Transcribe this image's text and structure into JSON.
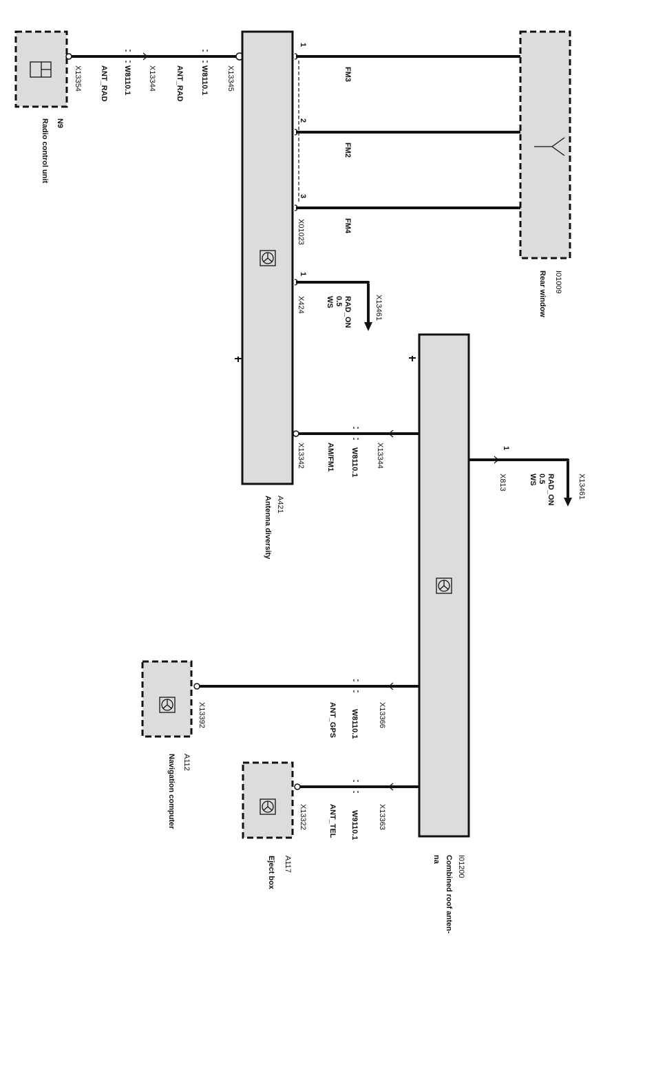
{
  "components": {
    "n9": {
      "id": "N9",
      "name": "Radio control unit"
    },
    "a421": {
      "id": "A421",
      "name": "Antenna diversity"
    },
    "rear_window": {
      "id": "I01009",
      "name": "Rear window"
    },
    "roof_antenna": {
      "id": "I01200",
      "name_line1": "Combined roof anten-",
      "name_line2": "na"
    },
    "a112": {
      "id": "A112",
      "name": "Navigation computer"
    },
    "a117": {
      "id": "A117",
      "name": "Eject box"
    }
  },
  "radio_link": {
    "conn1": "X13354",
    "signal1": "ANT_RAD",
    "wire1": "W8110.1",
    "conn2": "X13344",
    "signal2": "ANT_RAD",
    "wire2": "W8110.1",
    "conn3": "X13345"
  },
  "rear_window_link": {
    "connector": "X01023",
    "pins": [
      "1",
      "2",
      "3"
    ],
    "signals": [
      "FM3",
      "FM2",
      "FM4"
    ]
  },
  "a421_rad_on": {
    "pin": "1",
    "connector": "X424",
    "signal": "RAD_ON",
    "size": "0.5",
    "color": "WS",
    "target": "X13461"
  },
  "amfm_link": {
    "conn1": "X13342",
    "signal": "AM/FM1",
    "wire": "W8110.1",
    "conn2": "X13344"
  },
  "roof_rad_on": {
    "pin": "1",
    "connector": "X813",
    "signal": "RAD_ON",
    "size": "0.5",
    "color": "WS",
    "target": "X13461"
  },
  "gps_link": {
    "conn1": "X13392",
    "signal": "ANT_GPS",
    "wire": "W8110.1",
    "conn2": "X13366"
  },
  "tel_link": {
    "conn1": "X13322",
    "signal": "ANT_TEL",
    "wire": "W9110.1",
    "conn2": "X13363"
  }
}
